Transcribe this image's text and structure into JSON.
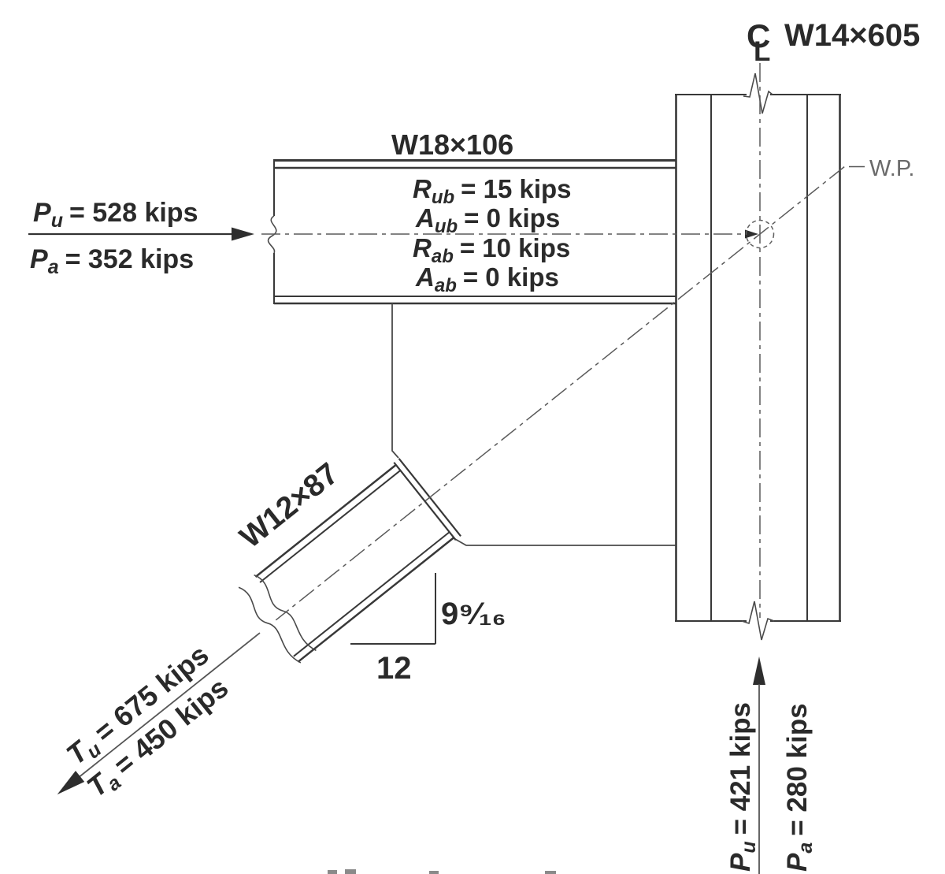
{
  "figure": {
    "column": {
      "centerline_c": "C",
      "centerline_l": "L",
      "size_label": "W14×605"
    },
    "beam": {
      "size_label": "W18×106",
      "loads": [
        {
          "sym": "R",
          "sub": "ub",
          "val": "= 15 kips"
        },
        {
          "sym": "A",
          "sub": "ub",
          "val": "= 0 kips"
        },
        {
          "sym": "R",
          "sub": "ab",
          "val": "= 10 kips"
        },
        {
          "sym": "A",
          "sub": "ab",
          "val": "= 0 kips"
        }
      ]
    },
    "brace": {
      "size_label": "W12×87",
      "slope": {
        "rise": "9⁹⁄₁₆",
        "run": "12"
      },
      "loads": {
        "lrfd": {
          "sym": "T",
          "sub": "u",
          "val": "= 675 kips"
        },
        "asd": {
          "sym": "T",
          "sub": "a",
          "val": "= 450 kips"
        }
      }
    },
    "beam_axial": {
      "lrfd": {
        "sym": "P",
        "sub": "u",
        "val": "= 528 kips"
      },
      "asd": {
        "sym": "P",
        "sub": "a",
        "val": "= 352 kips"
      }
    },
    "column_axial": {
      "lrfd": {
        "sym": "P",
        "sub": "u",
        "val": "= 421 kips"
      },
      "asd": {
        "sym": "P",
        "sub": "a",
        "val": "= 280 kips"
      }
    },
    "work_point_label": "W.P."
  },
  "colors": {
    "line": "#383838",
    "centerline": "#5a5a5a",
    "text": "#2a2a2a",
    "muted_text": "#6a6a6a"
  }
}
